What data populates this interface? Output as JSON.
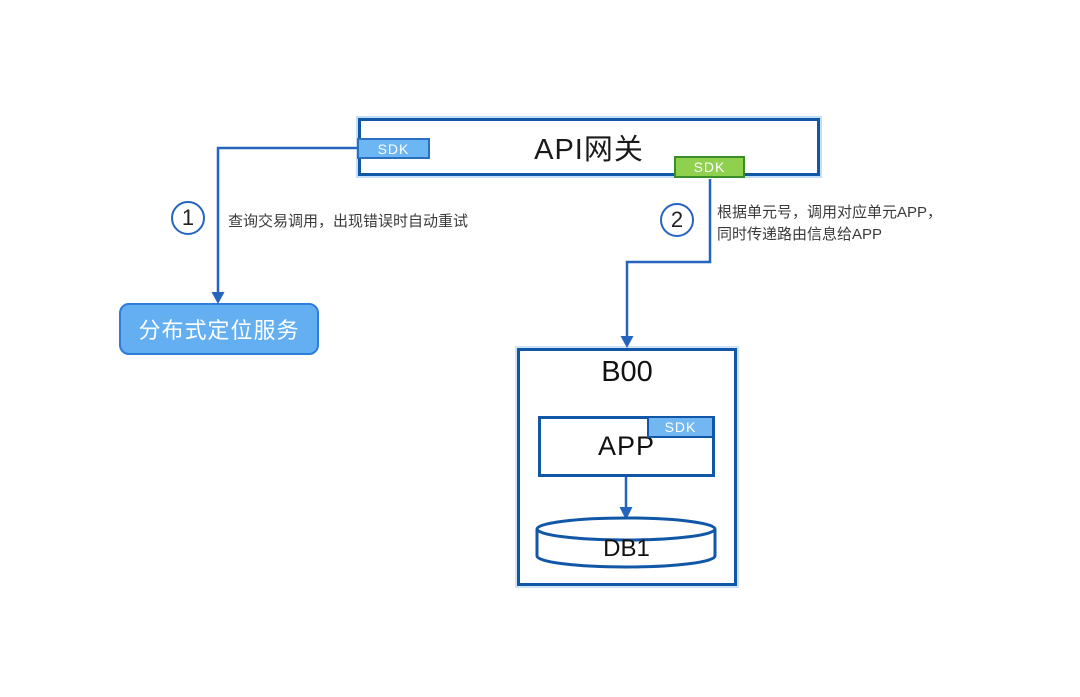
{
  "diagram": {
    "gateway": {
      "title": "API网关",
      "sdk_left_label": "SDK",
      "sdk_right_label": "SDK"
    },
    "steps": [
      {
        "number": "1",
        "lines": [
          "查询交易调用，出现错误时自动重试"
        ]
      },
      {
        "number": "2",
        "lines": [
          "根据单元号，调用对应单元APP，",
          "同时传递路由信息给APP"
        ]
      }
    ],
    "location_service": {
      "label": "分布式定位服务"
    },
    "unit": {
      "title": "B00",
      "app": {
        "label": "APP",
        "sdk_label": "SDK"
      },
      "db": {
        "label": "DB1"
      }
    },
    "colors": {
      "box_border": "#1157A8",
      "arrow": "#2565BE",
      "sdk_blue_fill": "#6DB6F4",
      "sdk_blue_border": "#2B6FC0",
      "sdk_green_fill": "#8FD04F",
      "sdk_green_border": "#3A8E2A",
      "app_sdk_fill": "#73B7F2",
      "service_fill": "#63AFF2",
      "service_border": "#2E7CDB"
    }
  }
}
